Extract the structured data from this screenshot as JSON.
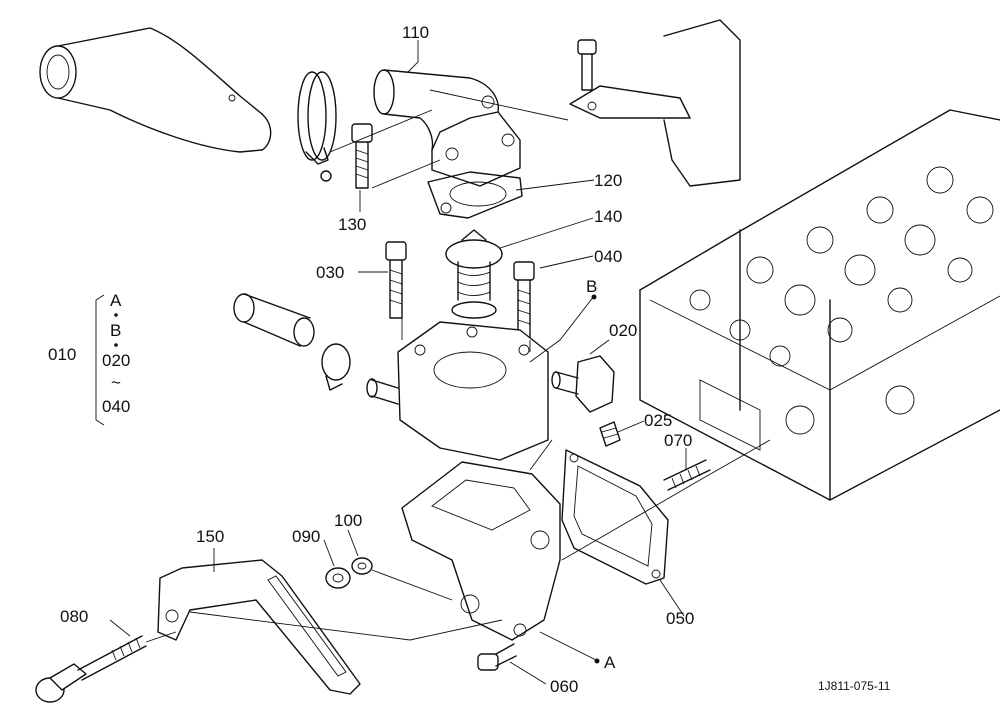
{
  "diagram": {
    "drawing_number": "1J811-075-11",
    "callouts": {
      "c110": "110",
      "c120": "120",
      "c130": "130",
      "c140": "140",
      "c030": "030",
      "c040": "040",
      "c010": "010",
      "c020": "020",
      "c025": "025",
      "c070": "070",
      "c100": "100",
      "c090": "090",
      "c150": "150",
      "c080": "080",
      "c050": "050",
      "c060": "060"
    },
    "reference_marks": {
      "a": "A",
      "b": "B"
    },
    "assembly_bracket": {
      "line1": "A",
      "line2": "B",
      "line3": "020",
      "line4": "~",
      "line5": "040"
    }
  }
}
